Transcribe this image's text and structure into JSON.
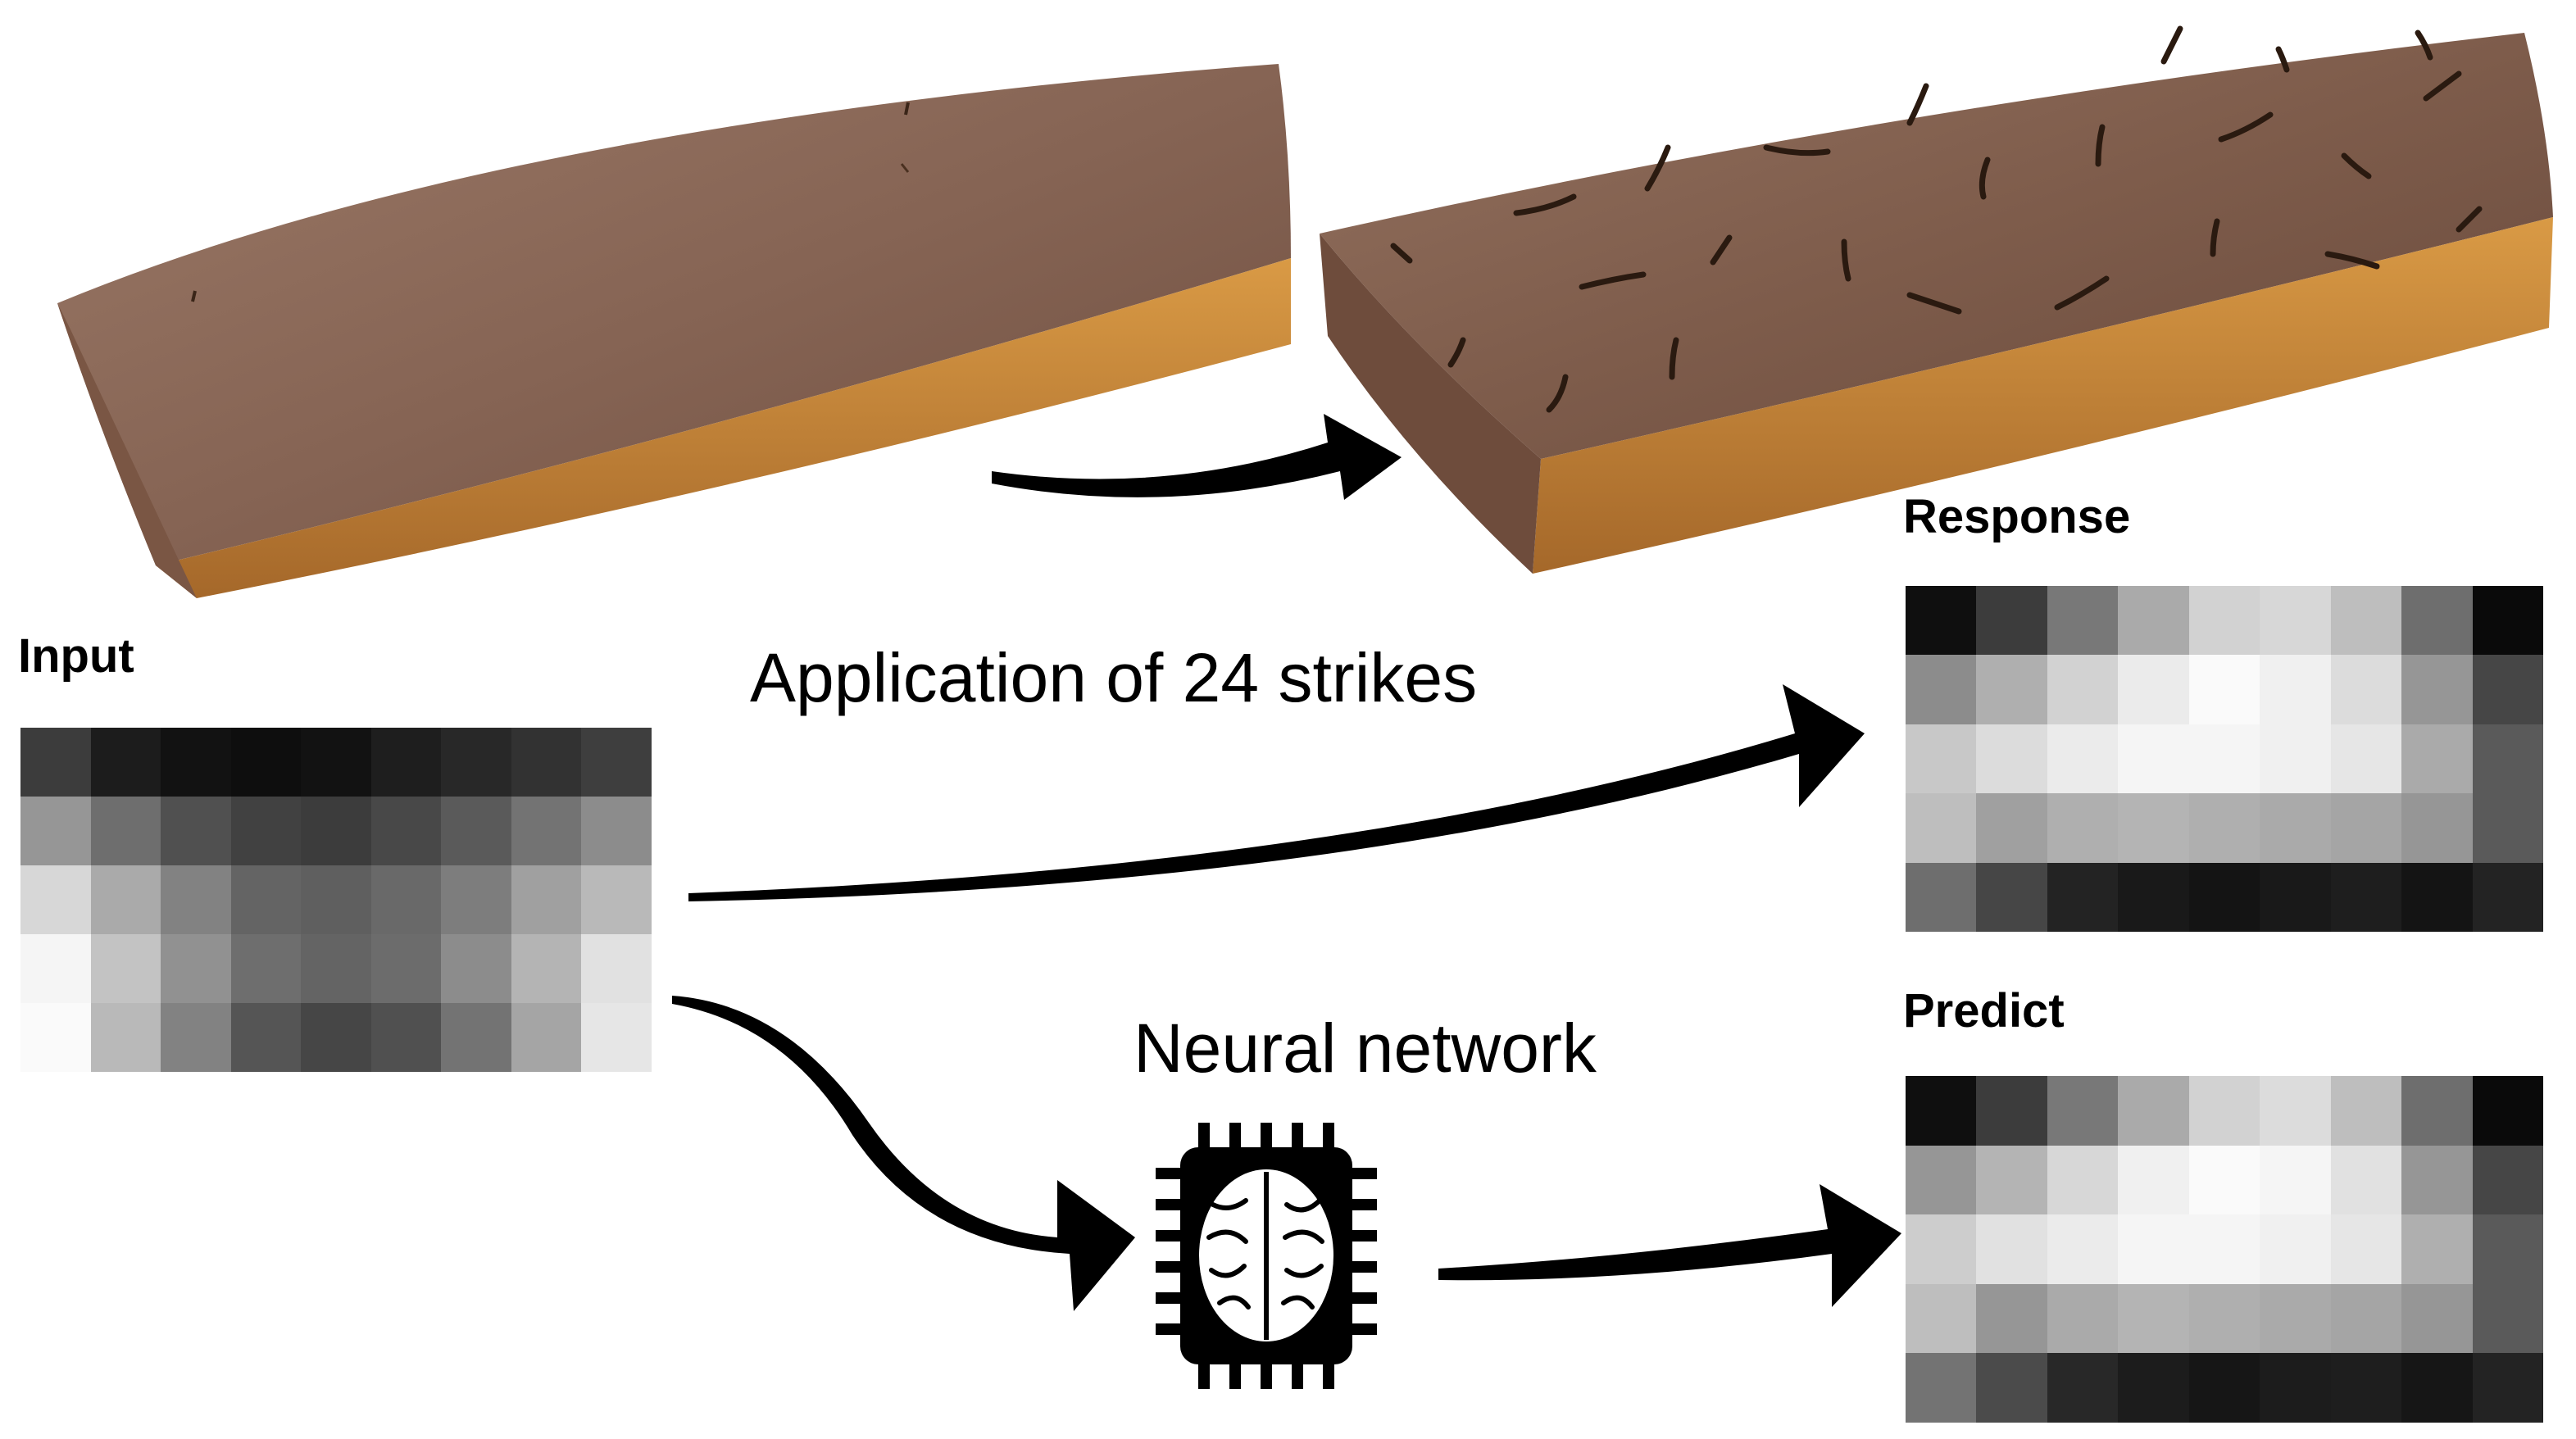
{
  "labels": {
    "input": "Input",
    "response": "Response",
    "predict": "Predict",
    "application": "Application of 24 strikes",
    "neural": "Neural network"
  },
  "colors": {
    "wood_top": "#8a6652",
    "wood_side": "#c98a3a",
    "arrow": "#000000",
    "chip": "#000000"
  },
  "icons": {
    "chip": "neural-chip-brain-icon"
  },
  "strikes_count": 24,
  "grids": {
    "input": {
      "rows": 5,
      "cols": 9,
      "values": [
        [
          60,
          28,
          18,
          14,
          18,
          30,
          40,
          50,
          62
        ],
        [
          150,
          110,
          80,
          65,
          60,
          72,
          90,
          115,
          140
        ],
        [
          215,
          170,
          130,
          100,
          95,
          105,
          125,
          160,
          185
        ],
        [
          245,
          195,
          145,
          110,
          100,
          108,
          140,
          180,
          225
        ],
        [
          250,
          185,
          130,
          85,
          70,
          80,
          115,
          165,
          230
        ]
      ]
    },
    "response": {
      "rows": 5,
      "cols": 9,
      "values": [
        [
          15,
          60,
          120,
          170,
          210,
          215,
          190,
          110,
          10
        ],
        [
          140,
          175,
          210,
          235,
          250,
          240,
          220,
          150,
          70
        ],
        [
          200,
          220,
          235,
          245,
          245,
          240,
          230,
          170,
          90
        ],
        [
          190,
          160,
          175,
          180,
          175,
          170,
          165,
          150,
          90
        ],
        [
          110,
          70,
          35,
          25,
          20,
          25,
          30,
          20,
          35
        ]
      ]
    },
    "predict": {
      "rows": 5,
      "cols": 9,
      "values": [
        [
          15,
          60,
          120,
          170,
          210,
          220,
          190,
          110,
          10
        ],
        [
          150,
          180,
          215,
          240,
          250,
          245,
          225,
          150,
          70
        ],
        [
          205,
          225,
          235,
          245,
          245,
          240,
          230,
          175,
          90
        ],
        [
          190,
          150,
          170,
          180,
          175,
          170,
          165,
          150,
          90
        ],
        [
          115,
          75,
          40,
          28,
          22,
          28,
          30,
          22,
          35
        ]
      ]
    }
  }
}
